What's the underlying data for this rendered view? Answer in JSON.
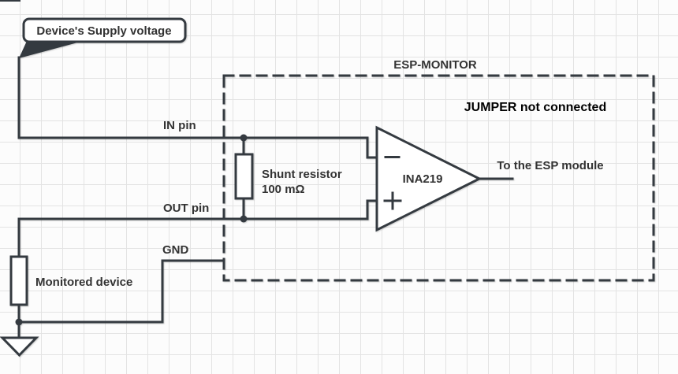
{
  "callout": {
    "text": "Device's Supply voltage"
  },
  "module_box": {
    "title": "ESP-MONITOR",
    "note": "JUMPER not connected"
  },
  "pins": {
    "in_label": "IN pin",
    "out_label": "OUT pin",
    "gnd_label": "GND"
  },
  "components": {
    "shunt_resistor": {
      "name": "Shunt resistor",
      "value": "100 mΩ"
    },
    "opamp": {
      "label": "INA219",
      "inverting_input": "−",
      "non_inverting_input": "+"
    },
    "monitored_device": {
      "label": "Monitored device"
    },
    "output": {
      "label": "To the ESP module"
    }
  },
  "icons": {
    "opamp_minus": "minus-icon",
    "opamp_plus": "plus-icon",
    "ground": "ground-symbol-icon",
    "junction": "junction-dot-icon",
    "callout_tail": "callout-tail-icon"
  },
  "colors": {
    "wire": "#343a40",
    "text": "#333333",
    "note_text": "#000000",
    "background": "#fcfcfc",
    "grid_line": "#e3e3e3",
    "shape_fill": "#ffffff"
  }
}
